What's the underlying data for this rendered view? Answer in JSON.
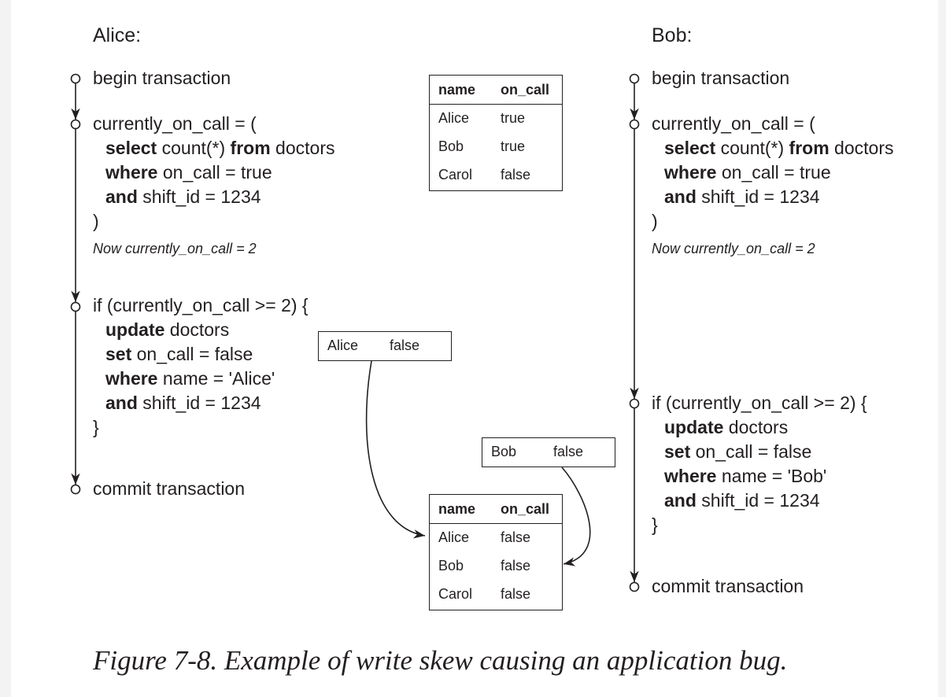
{
  "alice": {
    "name": "Alice:",
    "begin": "begin transaction",
    "query_open": "currently_on_call = (",
    "select_kw": "select",
    "select_rest": " count(*) ",
    "from_kw": "from",
    "from_rest": " doctors",
    "where_kw": "where",
    "where_rest": " on_call = true",
    "and_kw": "and",
    "and_rest": " shift_id = 1234",
    "query_close": ")",
    "note": "Now currently_on_call = 2",
    "if_line": "if (currently_on_call >= 2) {",
    "update_kw": "update",
    "update_rest": " doctors",
    "set_kw": "set",
    "set_rest": " on_call = false",
    "where2_kw": "where",
    "where2_rest": " name = 'Alice'",
    "and2_kw": "and",
    "and2_rest": " shift_id = 1234",
    "if_close": "}",
    "commit": "commit transaction"
  },
  "bob": {
    "name": "Bob:",
    "begin": "begin transaction",
    "query_open": "currently_on_call = (",
    "select_kw": "select",
    "select_rest": " count(*) ",
    "from_kw": "from",
    "from_rest": " doctors",
    "where_kw": "where",
    "where_rest": " on_call = true",
    "and_kw": "and",
    "and_rest": " shift_id = 1234",
    "query_close": ")",
    "note": "Now currently_on_call = 2",
    "if_line": "if (currently_on_call >= 2) {",
    "update_kw": "update",
    "update_rest": " doctors",
    "set_kw": "set",
    "set_rest": " on_call = false",
    "where2_kw": "where",
    "where2_rest": " name = 'Bob'",
    "and2_kw": "and",
    "and2_rest": " shift_id = 1234",
    "if_close": "}",
    "commit": "commit transaction"
  },
  "table_before": {
    "headers": [
      "name",
      "on_call"
    ],
    "rows": [
      [
        "Alice",
        "true"
      ],
      [
        "Bob",
        "true"
      ],
      [
        "Carol",
        "false"
      ]
    ]
  },
  "table_after": {
    "headers": [
      "name",
      "on_call"
    ],
    "rows": [
      [
        "Alice",
        "false"
      ],
      [
        "Bob",
        "false"
      ],
      [
        "Carol",
        "false"
      ]
    ]
  },
  "write_alice": {
    "name": "Alice",
    "value": "false"
  },
  "write_bob": {
    "name": "Bob",
    "value": "false"
  },
  "caption": "Figure 7-8. Example of write skew causing an application bug.",
  "colors": {
    "ink": "#231f20",
    "background": "#ffffff"
  }
}
